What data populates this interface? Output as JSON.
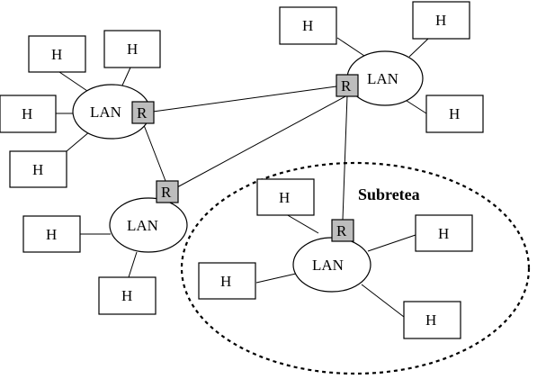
{
  "diagram": {
    "subnet_label": "Subretea",
    "host_label": "H",
    "lan_label": "LAN",
    "router_label": "R"
  },
  "elements": {
    "lans": [
      "lan-top-left",
      "lan-top-right",
      "lan-middle-left",
      "lan-bottom-right"
    ],
    "routers": [
      "router-top-left",
      "router-top-right",
      "router-middle-left",
      "router-bottom-right"
    ],
    "hosts_per_lan": {
      "lan-top-left": 4,
      "lan-top-right": 3,
      "lan-middle-left": 2,
      "lan-bottom-right": 4
    }
  }
}
